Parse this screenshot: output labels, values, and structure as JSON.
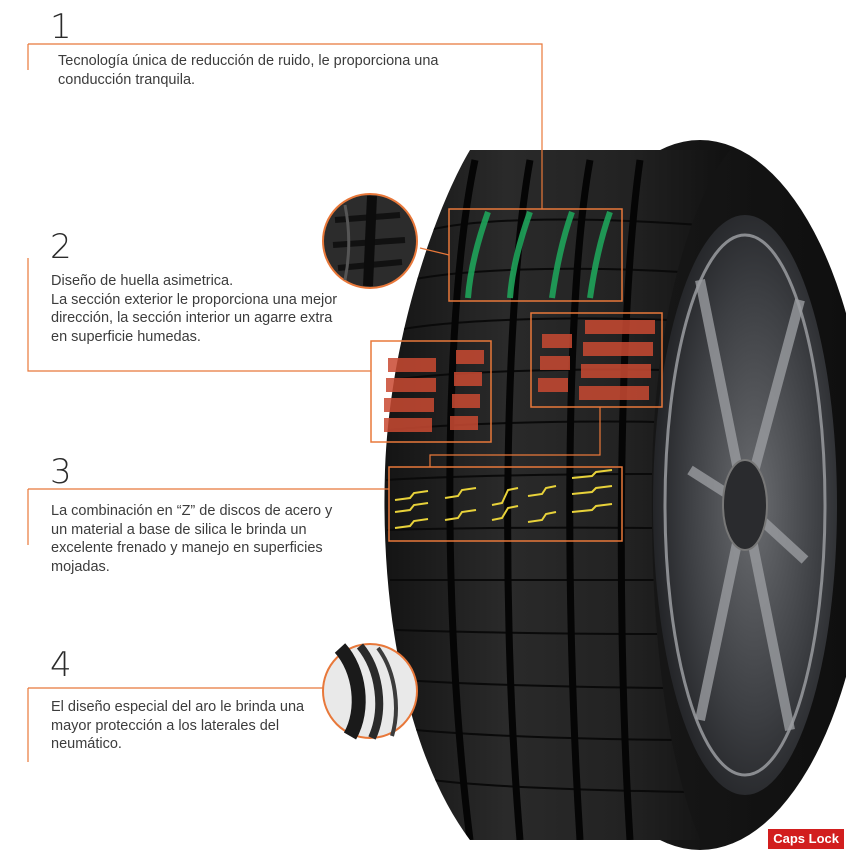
{
  "features": [
    {
      "number": "1",
      "text": "Tecnología única de reducción de ruido, le proporciona una\nconducción tranquila."
    },
    {
      "number": "2",
      "text": "Diseño de huella asimetrica.\nLa sección exterior le proporciona una mejor\ndirección, la sección interior un agarre extra\nen superficie humedas."
    },
    {
      "number": "3",
      "text": "La combinación en “Z” de discos de acero y\nun material a base de silica le brinda un\nexcelente frenado y manejo en superficies\nmojadas."
    },
    {
      "number": "4",
      "text": "El diseño especial del aro le brinda una\nmayor protección a los laterales del\nneumático."
    }
  ],
  "colors": {
    "accent_line": "#e8783a",
    "noise_highlight": "#1fa35a",
    "tread_highlight": "#c94a32",
    "zigzag_highlight": "#e8d23a"
  },
  "status": {
    "caps_lock": "Caps Lock"
  }
}
